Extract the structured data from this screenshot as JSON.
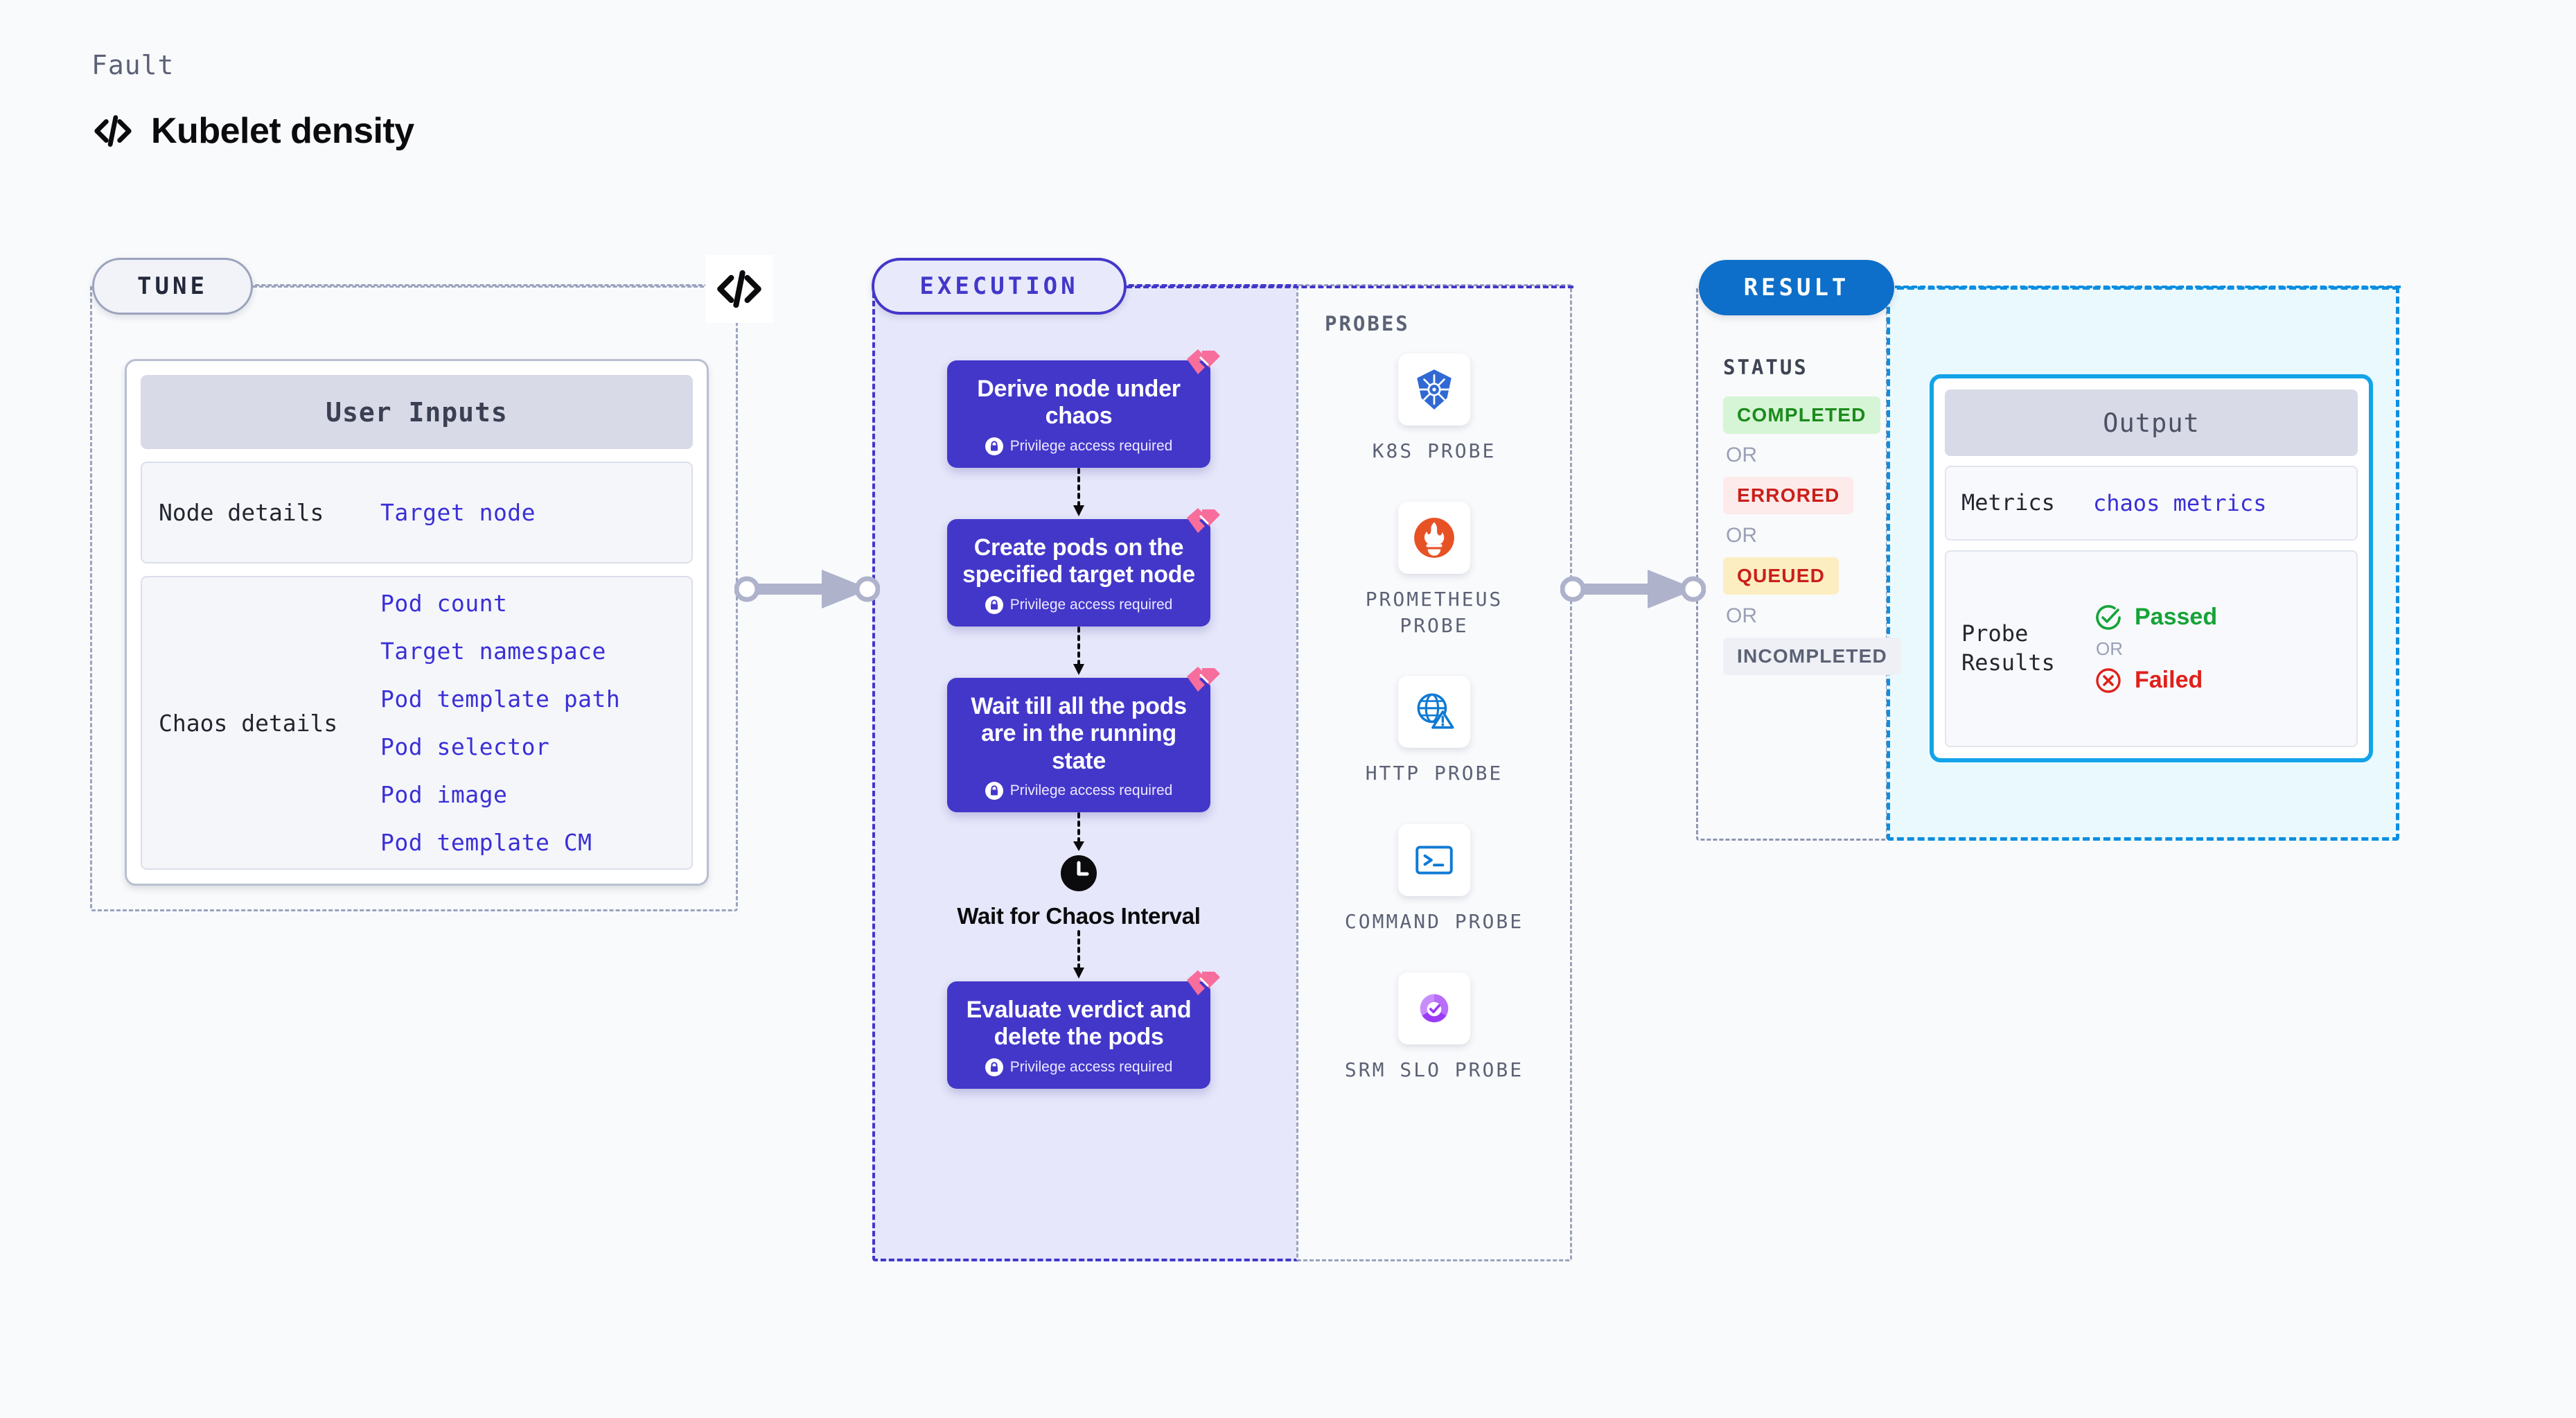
{
  "header": {
    "eyebrow": "Fault",
    "title": "Kubelet density",
    "icon": "code-brackets-icon"
  },
  "tune": {
    "pill_label": "TUNE",
    "code_badge_icon": "code-brackets-icon",
    "card": {
      "title": "User Inputs",
      "sections": [
        {
          "label": "Node details",
          "values": [
            "Target node"
          ]
        },
        {
          "label": "Chaos details",
          "values": [
            "Pod count",
            "Target namespace",
            "Pod template path",
            "Pod selector",
            "Pod image",
            "Pod template CM"
          ]
        }
      ]
    }
  },
  "execution": {
    "pill_label": "EXECUTION",
    "steps": [
      {
        "title": "Derive node under chaos",
        "note": "Privilege access required",
        "badge_icon": "harness-logo-icon",
        "lock_icon": "lock-icon"
      },
      {
        "title": "Create pods on the specified target node",
        "note": "Privilege access required",
        "badge_icon": "harness-logo-icon",
        "lock_icon": "lock-icon"
      },
      {
        "title": "Wait till all the pods are in the running state",
        "note": "Privilege access required",
        "badge_icon": "harness-logo-icon",
        "lock_icon": "lock-icon"
      }
    ],
    "wait": {
      "label": "Wait for Chaos Interval",
      "icon": "clock-icon"
    },
    "final_step": {
      "title": "Evaluate verdict and delete the pods",
      "note": "Privilege access required",
      "badge_icon": "harness-logo-icon",
      "lock_icon": "lock-icon"
    }
  },
  "probes": {
    "title": "PROBES",
    "items": [
      {
        "label": "K8S PROBE",
        "icon": "kubernetes-icon"
      },
      {
        "label": "PROMETHEUS PROBE",
        "icon": "prometheus-icon"
      },
      {
        "label": "HTTP PROBE",
        "icon": "http-globe-alert-icon"
      },
      {
        "label": "COMMAND PROBE",
        "icon": "terminal-icon"
      },
      {
        "label": "SRM SLO PROBE",
        "icon": "srm-slo-icon"
      }
    ]
  },
  "result": {
    "pill_label": "RESULT",
    "status": {
      "title": "STATUS",
      "or_label": "OR",
      "badges": [
        {
          "label": "COMPLETED",
          "bg": "#d6f5d6",
          "fg": "#1b8b1b"
        },
        {
          "label": "ERRORED",
          "bg": "#fdeaea",
          "fg": "#c91f19"
        },
        {
          "label": "QUEUED",
          "bg": "#fdeec2",
          "fg": "#c91f19"
        },
        {
          "label": "INCOMPLETED",
          "bg": "#eef0f5",
          "fg": "#5c6275"
        }
      ]
    },
    "output": {
      "title": "Output",
      "metrics_key": "Metrics",
      "metrics_value": "chaos metrics",
      "probe_results_key": "Probe Results",
      "or_label": "OR",
      "passed_label": "Passed",
      "failed_label": "Failed",
      "passed_icon": "check-circle-icon",
      "failed_icon": "x-circle-icon"
    }
  },
  "connectors": {
    "tune_to_execution": "arrow-right",
    "execution_to_result": "arrow-right"
  },
  "colors": {
    "background": "#f9fafc",
    "accent_purple": "#4337ca",
    "accent_blue": "#0d6fc9",
    "accent_cyan": "#12a3e8",
    "mono_text": "#3a2fd6",
    "harness_pink": "#f76d9b"
  }
}
